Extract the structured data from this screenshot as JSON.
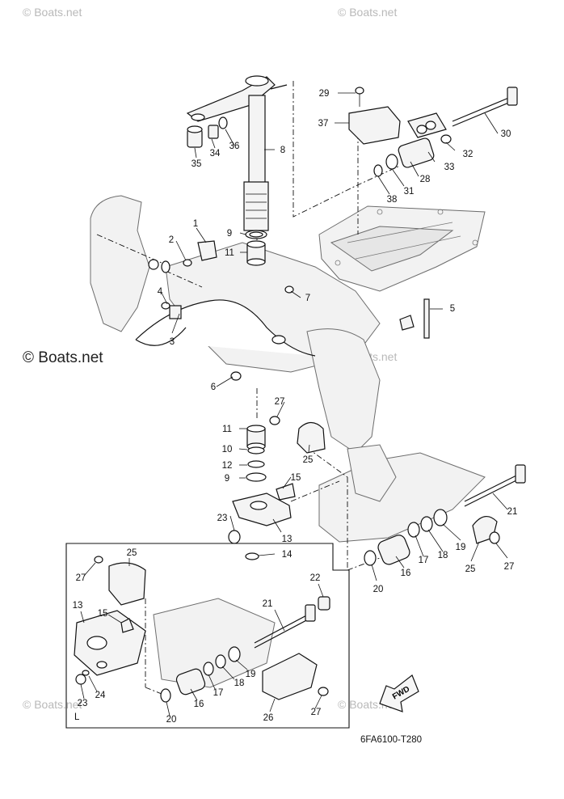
{
  "watermarks": {
    "top_left": "© Boats.net",
    "top_right": "© Boats.net",
    "middle_left": "© Boats.net",
    "middle_right": "© Boats.net",
    "bottom_left": "© Boats.net",
    "bottom_right": "© Boats.net"
  },
  "diagram_code": "6FA6100-T280",
  "inset_label": "L",
  "fwd_label": "FWD",
  "callouts": {
    "c1": "1",
    "c2": "2",
    "c3": "3",
    "c4": "4",
    "c5": "5",
    "c6": "6",
    "c7": "7",
    "c8": "8",
    "c9a": "9",
    "c9b": "9",
    "c10": "10",
    "c11a": "11",
    "c11b": "11",
    "c12": "12",
    "c13a": "13",
    "c13b": "13",
    "c14": "14",
    "c15a": "15",
    "c15b": "15",
    "c16a": "16",
    "c16b": "16",
    "c17a": "17",
    "c17b": "17",
    "c18a": "18",
    "c18b": "18",
    "c19a": "19",
    "c19b": "19",
    "c20a": "20",
    "c20b": "20",
    "c21a": "21",
    "c21b": "21",
    "c22": "22",
    "c23a": "23",
    "c23b": "23",
    "c24": "24",
    "c25a": "25",
    "c25b": "25",
    "c25c": "25",
    "c26": "26",
    "c27a": "27",
    "c27b": "27",
    "c27c": "27",
    "c27d": "27",
    "c28": "28",
    "c29": "29",
    "c30": "30",
    "c31": "31",
    "c32": "32",
    "c33": "33",
    "c34": "34",
    "c35": "35",
    "c36": "36",
    "c37": "37",
    "c38": "38"
  }
}
